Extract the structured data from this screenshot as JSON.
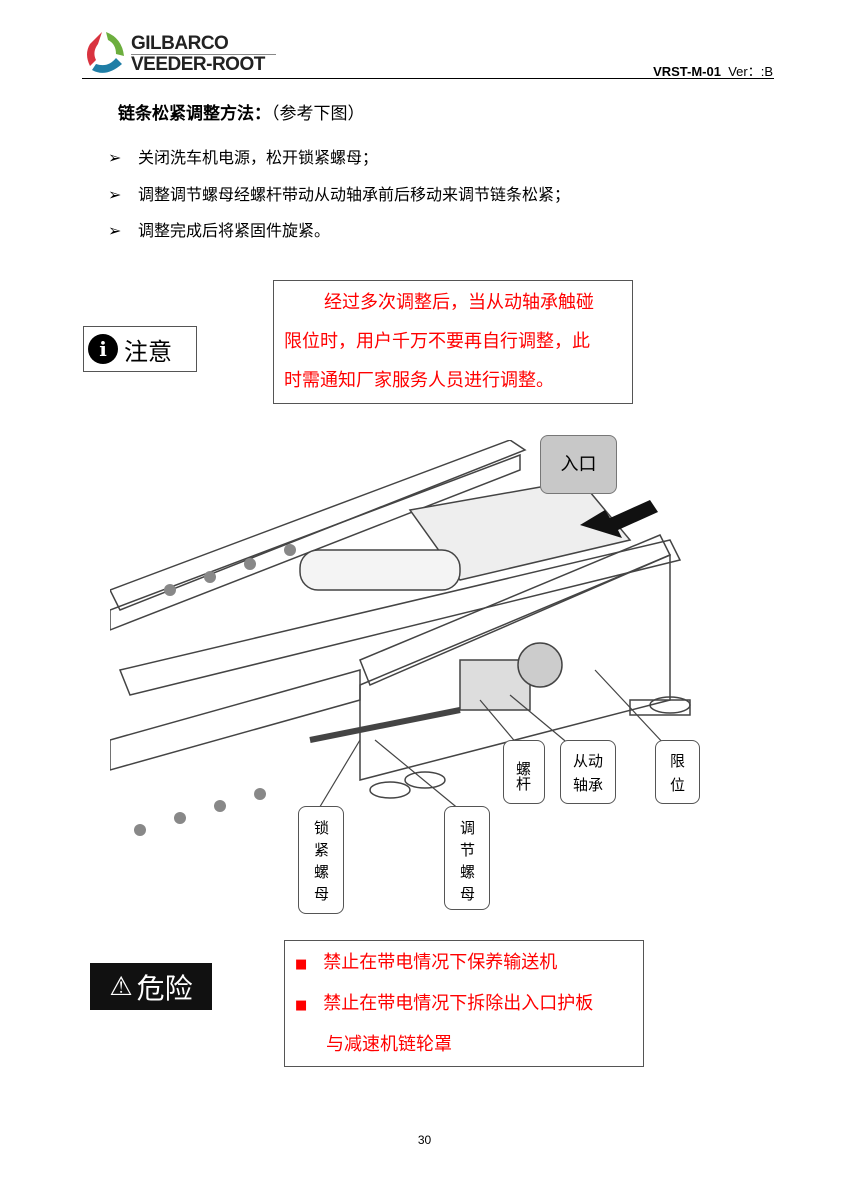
{
  "header": {
    "logo_line1": "GILBARCO",
    "logo_line2": "VEEDER-ROOT",
    "doc_id": "VRST-M-01",
    "version": "Ver：:B"
  },
  "section": {
    "title": "链条松紧调整方法：",
    "title_note": "（参考下图）",
    "steps": [
      "关闭洗车机电源，松开锁紧螺母；",
      "调整调节螺母经螺杆带动从动轴承前后移动来调节链条松紧；",
      "调整完成后将紧固件旋紧。"
    ]
  },
  "notice": {
    "label": "注意",
    "lines": [
      "经过多次调整后，当从动轴承触碰",
      "限位时，用户千万不要再自行调整，此",
      "时需通知厂家服务人员进行调整。"
    ]
  },
  "diagram": {
    "entrance": "入口",
    "labels": {
      "screw": "螺杆",
      "driven_bearing": "从动轴承",
      "limit": "限位",
      "lock_nut": "锁紧螺母",
      "adjust_nut": "调节螺母"
    }
  },
  "danger": {
    "label": "危险",
    "items": [
      "禁止在带电情况下保养输送机",
      "禁止在带电情况下拆除出入口护板与减速机链轮罩"
    ],
    "item2_line1": "禁止在带电情况下拆除出入口护板",
    "item2_line2": "与减速机链轮罩"
  },
  "footer": {
    "page_number": "30"
  }
}
